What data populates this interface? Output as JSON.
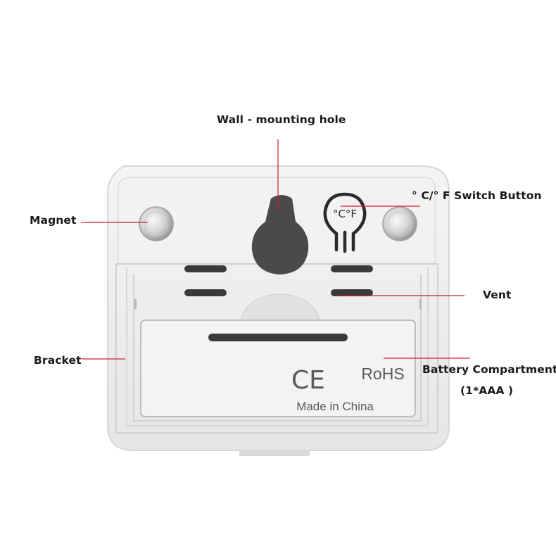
{
  "labels": {
    "wall_mount": "Wall - mounting hole",
    "switch_button": "°  C/°  F Switch Button",
    "magnet": "Magnet",
    "vent": "Vent",
    "bracket": "Bracket",
    "battery_line1": "Battery Compartment",
    "battery_line2": "(1*AAA )"
  },
  "device_marks": {
    "ce": "CE",
    "rohs": "RoHS",
    "made_in": "Made in China",
    "switch_glyph": "°C°F"
  },
  "colors": {
    "leader_line": "#c8202a",
    "body": "#efefef",
    "slot": "#3a3a3a"
  }
}
